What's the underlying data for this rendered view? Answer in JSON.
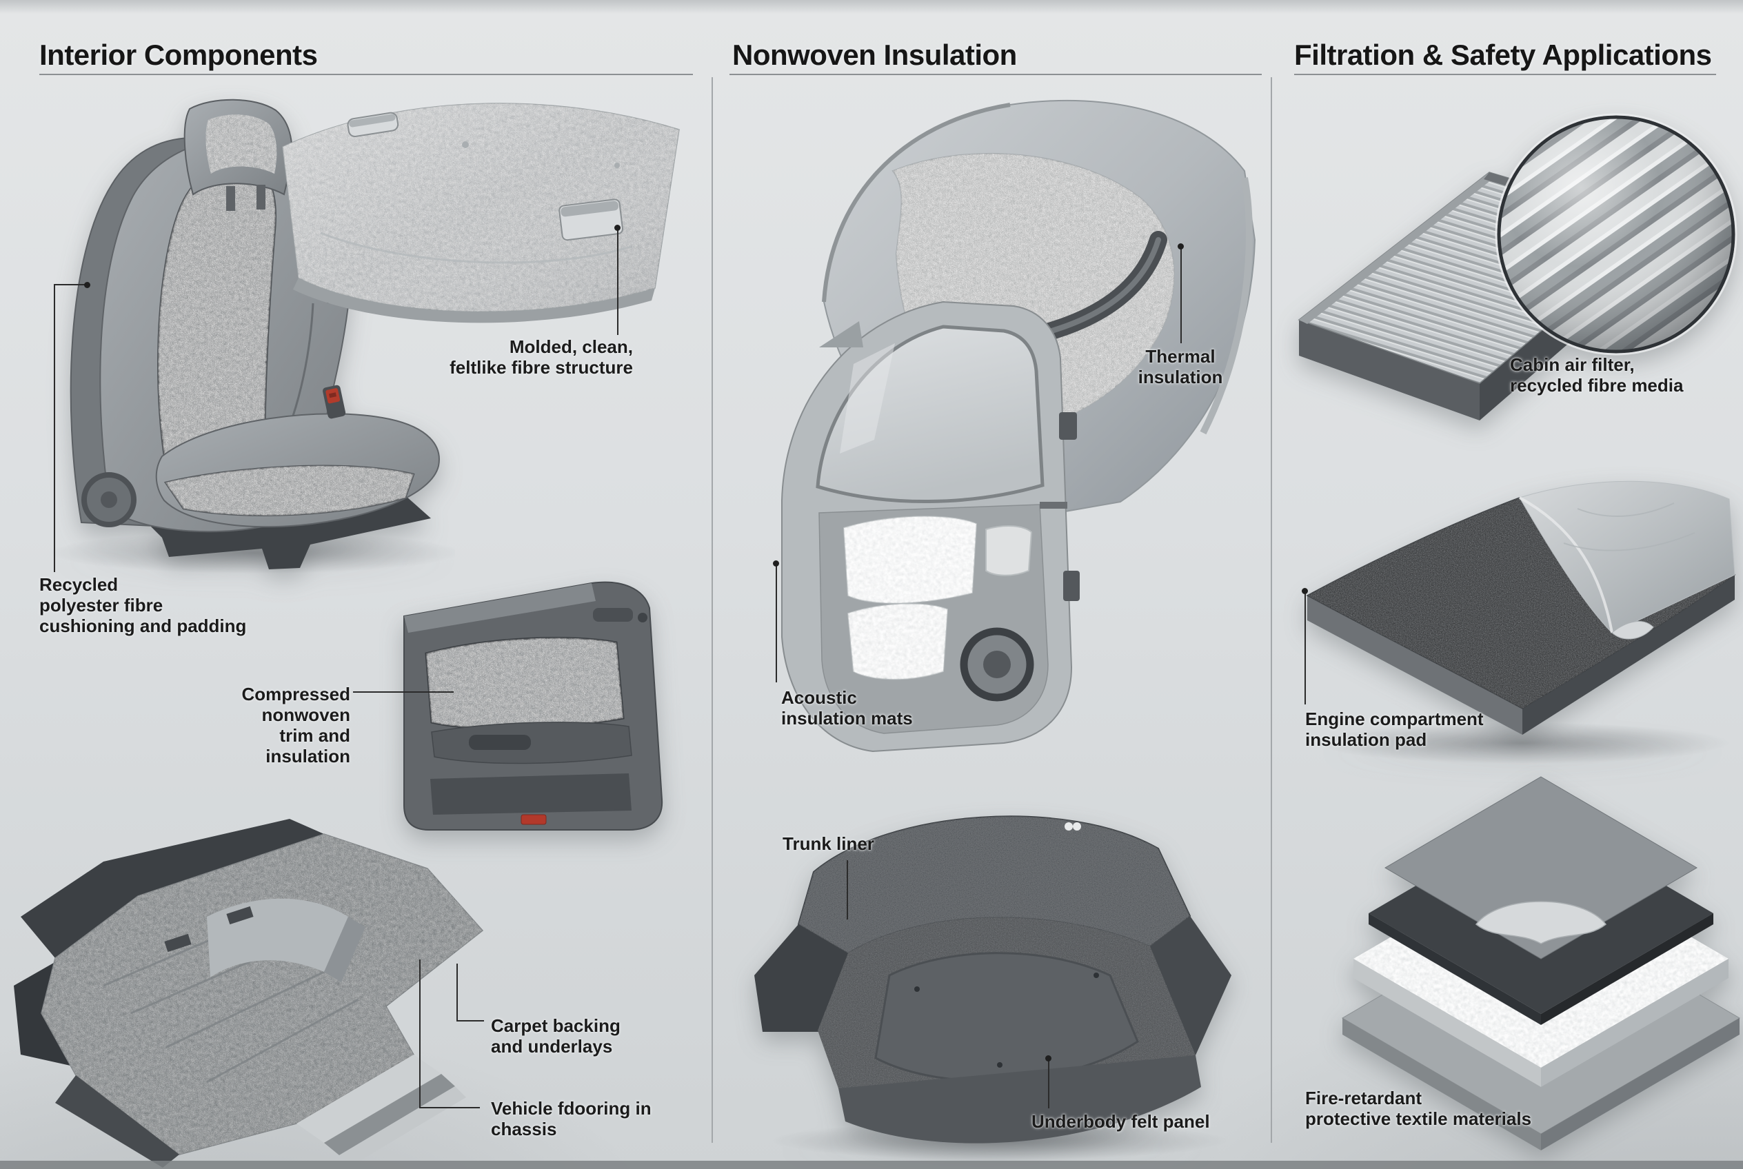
{
  "colors": {
    "background_top": "#e4e6e7",
    "background_bottom": "#cfd3d5",
    "ink": "#161616",
    "leader_line": "#2b2b2b",
    "divider": "#a3a7aa",
    "accent_red": "#b23b2b"
  },
  "sections": {
    "interior": {
      "header": "Interior Components",
      "labels": {
        "molded": {
          "lines": [
            "Molded, clean,",
            "feltlike fibre structure"
          ]
        },
        "recycled": {
          "lines": [
            "Recycled",
            "polyester fibre",
            "cushioning and padding"
          ]
        },
        "compressed": {
          "lines": [
            "Compressed",
            "nonwoven",
            "trim and",
            "insulation"
          ]
        },
        "carpet": {
          "lines": [
            "Carpet backing",
            "and underlays"
          ]
        },
        "flooring": {
          "lines": [
            "Vehicle fdooring in",
            "chassis"
          ]
        }
      }
    },
    "insulation": {
      "header": "Nonwoven Insulation",
      "labels": {
        "thermal": {
          "lines": [
            "Thermal",
            "insulation"
          ]
        },
        "acoustic": {
          "lines": [
            "Acoustic",
            "insulation mats"
          ]
        },
        "trunk": {
          "lines": [
            "Trunk liner"
          ]
        },
        "underbody": {
          "lines": [
            "Underbody felt panel"
          ]
        }
      }
    },
    "filtration": {
      "header": "Filtration & Safety Applications",
      "labels": {
        "cabin_filter": {
          "lines": [
            "Cabin air filter,",
            "recycled fibre media"
          ]
        },
        "engine_pad": {
          "lines": [
            "Engine compartment",
            "insulation pad"
          ]
        },
        "fire_retardant": {
          "lines": [
            "Fire-retardant",
            "protective textile materials"
          ]
        }
      }
    }
  }
}
